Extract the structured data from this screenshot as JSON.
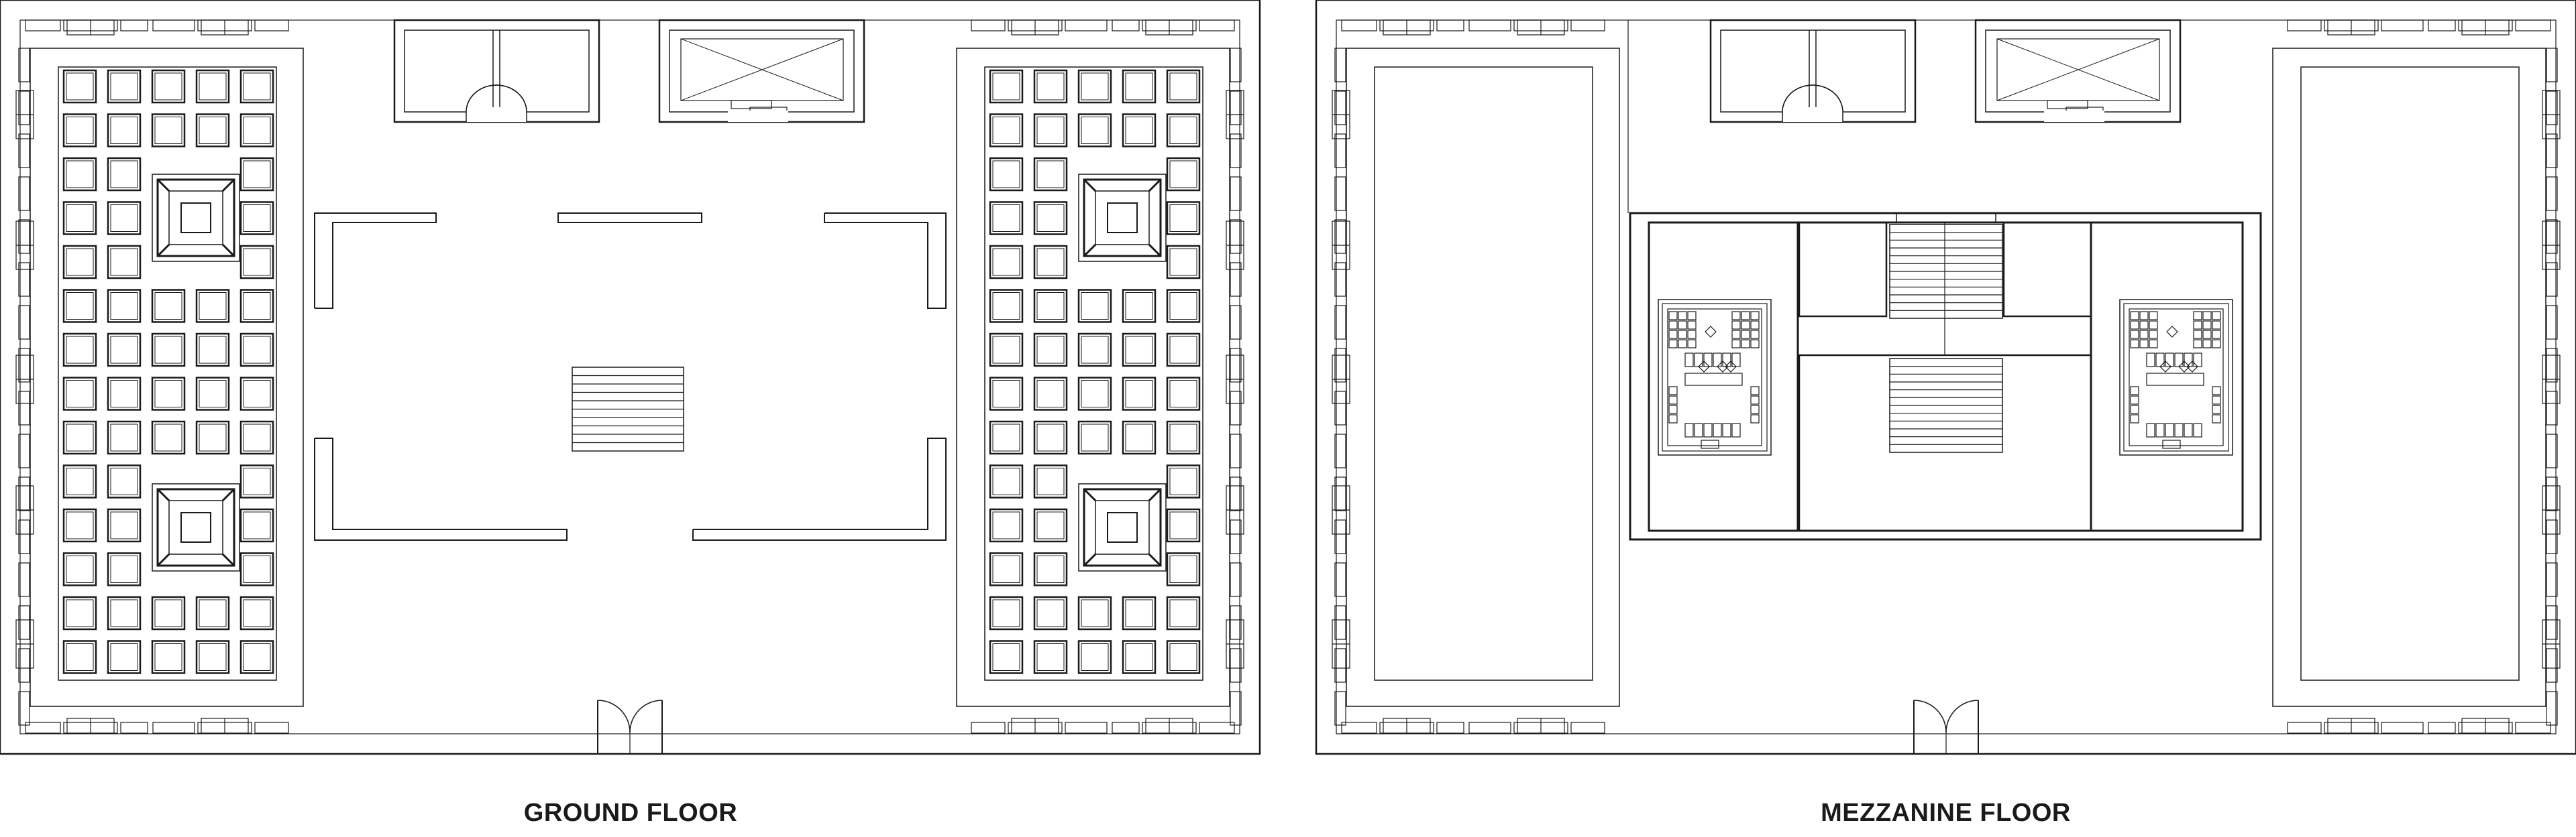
{
  "labels": {
    "ground_floor": "GROUND FLOOR",
    "mezzanine_floor": "MEZZANINE FLOOR"
  },
  "colors": {
    "line": "#1a1a1a",
    "background": "#ffffff"
  },
  "plans": [
    {
      "id": "ground",
      "label_key": "ground_floor",
      "features": [
        "stair-core-left",
        "lift-core-right",
        "tiled-hall-left",
        "tiled-hall-right",
        "central-hall-walls",
        "central-stair",
        "entrance-doors"
      ]
    },
    {
      "id": "mezzanine",
      "label_key": "mezzanine_floor",
      "features": [
        "stair-core-left",
        "lift-core-right",
        "open-void-left",
        "open-void-right",
        "central-block",
        "twin-stairs",
        "furniture-clusters",
        "entrance-doors"
      ]
    }
  ]
}
